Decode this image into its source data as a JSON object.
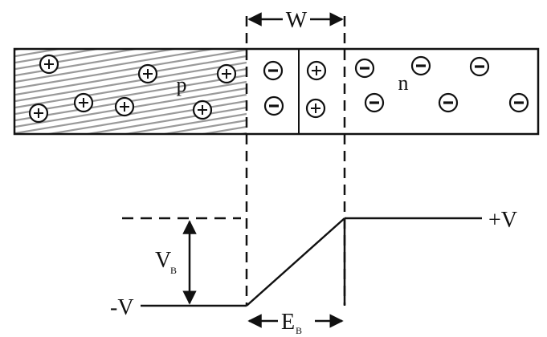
{
  "labels": {
    "width": "W",
    "p_region": "p",
    "n_region": "n",
    "plus_v": "+V",
    "minus_v": "-V",
    "vb_main": "V",
    "vb_sub": "B",
    "eb_main": "E",
    "eb_sub": "B"
  },
  "ions": {
    "p_holes": "+",
    "depletion_p_side": "−",
    "depletion_n_side": "+",
    "n_electrons": "−"
  },
  "colors": {
    "ink": "#111111",
    "hatch": "#9a9a9a",
    "background": "#ffffff"
  }
}
